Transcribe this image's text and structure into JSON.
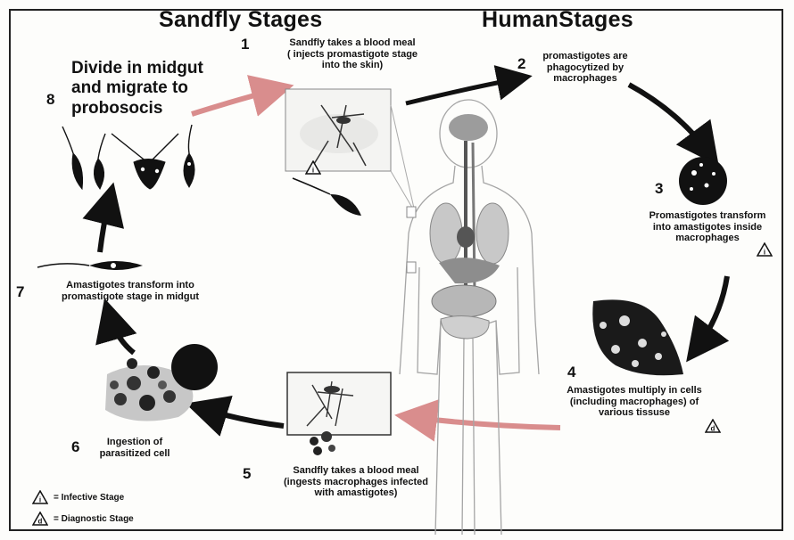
{
  "headers": {
    "sandfly": "Sandfly Stages",
    "human": "HumanStages"
  },
  "steps": [
    {
      "num": "1",
      "text": "Sandfly takes a blood meal\n( injects promastigote stage\ninto the skin)"
    },
    {
      "num": "2",
      "text": "promastigotes are\nphagocytized by\nmacrophages"
    },
    {
      "num": "3",
      "text": "Promastigotes transform\ninto amastigotes inside\nmacrophages"
    },
    {
      "num": "4",
      "text": "Amastigotes multiply in cells\n(including macrophages) of\nvarious tissuse"
    },
    {
      "num": "5",
      "text": "Sandfly takes a blood meal\n(ingests macrophages infected\nwith amastigotes)"
    },
    {
      "num": "6",
      "text": "Ingestion of\nparasitized cell"
    },
    {
      "num": "7",
      "text": "Amastigotes transform into\npromastigote stage in midgut"
    },
    {
      "num": "8",
      "text": "Divide in midgut\nand migrate to\nprobosocis"
    }
  ],
  "legend": [
    {
      "symbol": "i",
      "text": "= Infective Stage"
    },
    {
      "symbol": "d",
      "text": "= Diagnostic Stage"
    }
  ],
  "markers": {
    "infective": "i",
    "diagnostic": "d"
  },
  "colors": {
    "arrow_dark": "#111111",
    "arrow_pink": "#d98d8d",
    "organ_gray": "#8a8a8a",
    "outline_gray": "#9a9a9a"
  }
}
